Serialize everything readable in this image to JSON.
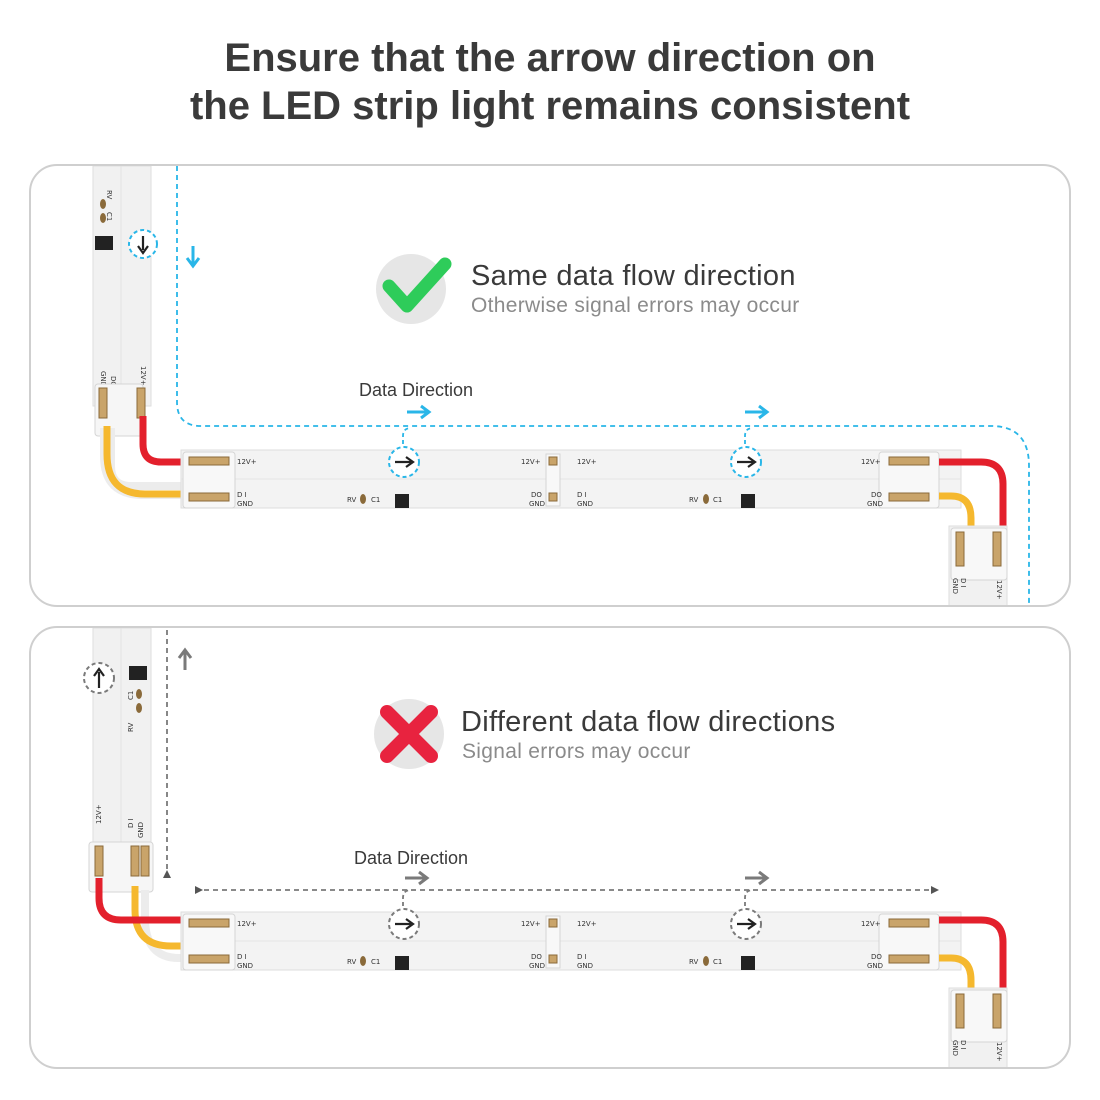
{
  "title": {
    "line1": "Ensure that the arrow direction on",
    "line2": "the LED strip light remains consistent"
  },
  "panel_top": {
    "heading": "Same data flow direction",
    "subheading": "Otherwise signal errors may occur",
    "data_direction_label": "Data Direction",
    "status_icon": "check-icon",
    "flow_color": "#29b6e8",
    "status_color": "#2ecc5a"
  },
  "panel_bottom": {
    "heading": "Different data flow directions",
    "subheading": "Signal errors may occur",
    "data_direction_label": "Data Direction",
    "status_icon": "cross-icon",
    "flow_color": "#7a7a7a",
    "status_color": "#e8233f"
  },
  "strip_labels": {
    "v12": "12V+",
    "di": "D I",
    "do": "DO",
    "gnd": "GND",
    "rv": "RV",
    "c1": "C1"
  },
  "wire_colors": {
    "red": "#e3202c",
    "yellow": "#f5b82e",
    "white": "#ececec"
  }
}
